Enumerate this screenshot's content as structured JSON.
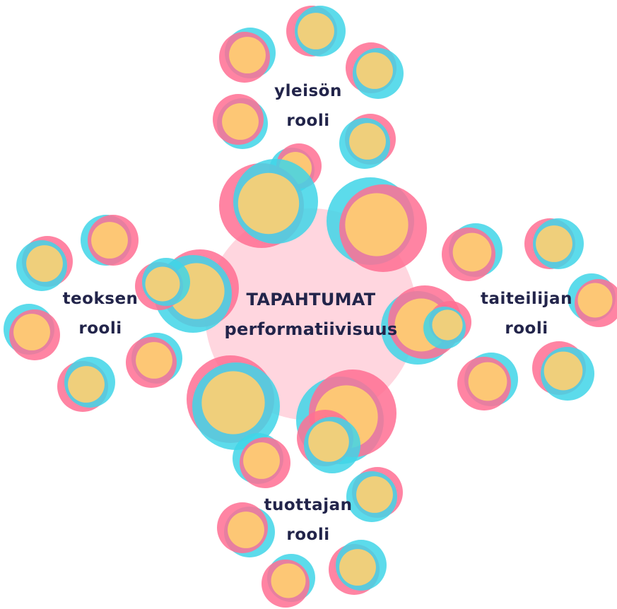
{
  "colors": {
    "pink": "#ff6f93",
    "cyan": "#3fd5e8",
    "yellow": "#ffcf70",
    "center_fill": "#ffd1db",
    "text": "#22244a"
  },
  "center": {
    "line1": "TAPAHTUMAT",
    "line2": "performatiivisuus"
  },
  "roles": {
    "top": {
      "line1": "yleisön",
      "line2": "rooli"
    },
    "left": {
      "line1": "teoksen",
      "line2": "rooli"
    },
    "right": {
      "line1": "taiteilijan",
      "line2": "rooli"
    },
    "bottom": {
      "line1": "tuottajan",
      "line2": "rooli"
    }
  }
}
